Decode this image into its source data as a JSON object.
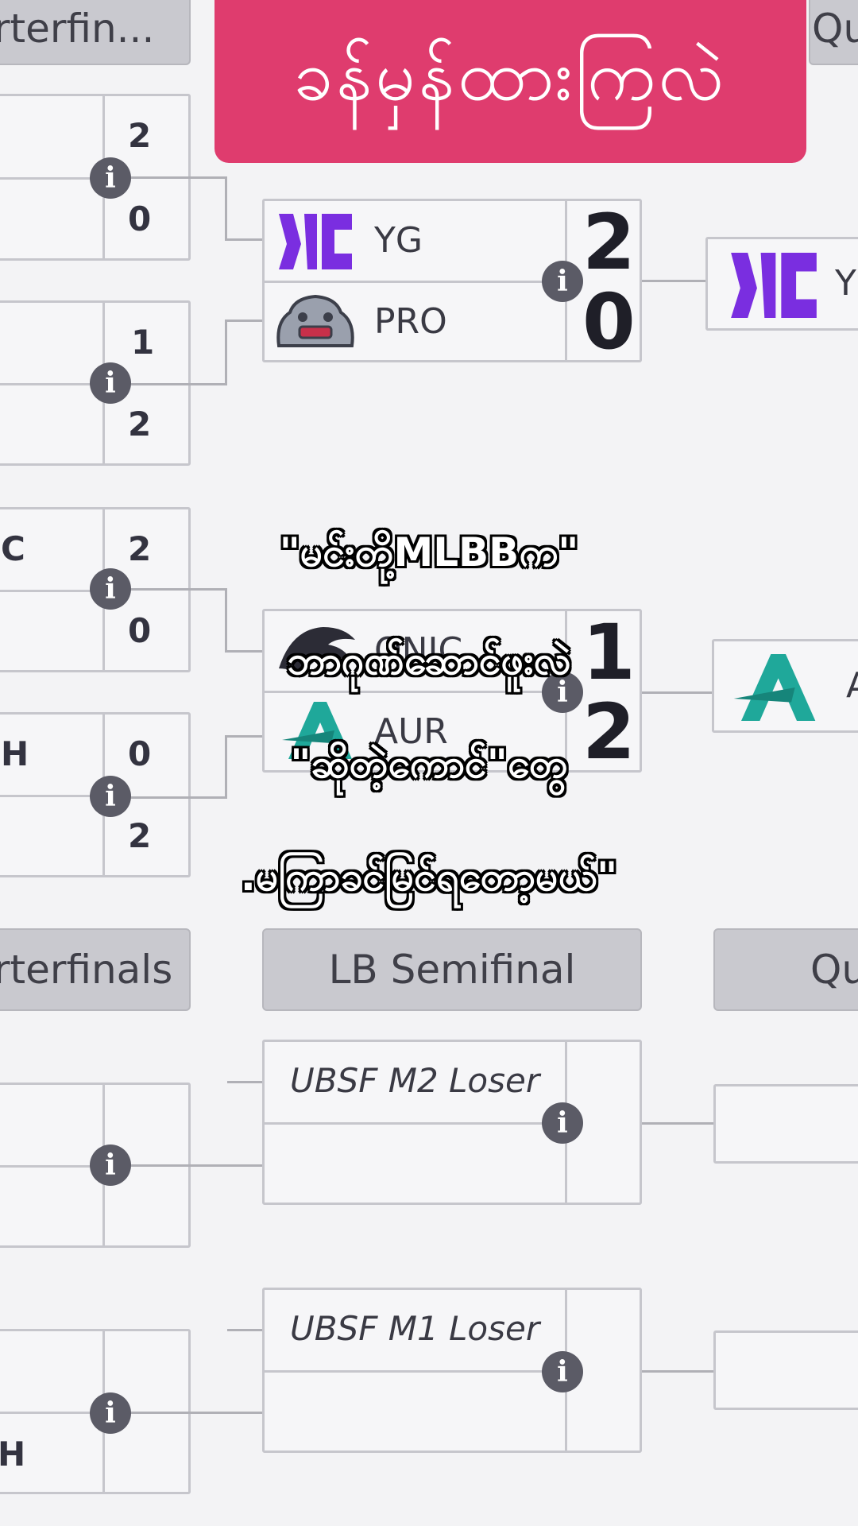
{
  "banner": {
    "title": "ခန်မှန်ထားကြလဲ",
    "color": "#df3c6e"
  },
  "headers": {
    "top_left": "rterfin...",
    "top_right": "Qu",
    "bottom_left": "rterfinals",
    "bottom_center": "LB Semifinal",
    "bottom_right": "Qu"
  },
  "left_column": [
    {
      "team_a": "",
      "team_b": "",
      "score_a": "2",
      "score_b": "0"
    },
    {
      "team_a": "",
      "team_b": "",
      "score_a": "1",
      "score_b": "2"
    },
    {
      "team_a": "C",
      "team_b": "",
      "score_a": "2",
      "score_b": "0"
    },
    {
      "team_a": "H",
      "team_b": "",
      "score_a": "0",
      "score_b": "2"
    }
  ],
  "left_lower": {
    "bottom_team": "H"
  },
  "semifinal_1": {
    "team_a": "YG",
    "team_b": "PRO",
    "score_a": "2",
    "score_b": "0",
    "logo_a": "yg-logo-icon",
    "logo_b": "pro-logo-icon"
  },
  "semifinal_2": {
    "team_a": "ONIC",
    "team_b": "AUR",
    "score_a": "1",
    "score_b": "2",
    "logo_a": "onic-logo-icon",
    "logo_b": "aur-logo-icon"
  },
  "right_column": [
    {
      "team": "Y",
      "logo": "yg-logo-icon"
    },
    {
      "team": "A",
      "logo": "aur-logo-icon"
    }
  ],
  "lower_bracket": [
    {
      "placeholder": "UBSF M2 Loser"
    },
    {
      "placeholder": "UBSF M1 Loser"
    }
  ],
  "captions": [
    "\"မင်းတို့MLBBက\"",
    "ဘာဂုဏ်ဆောင်ဖူးလဲ",
    "\"ဆိုတဲ့ကောင်\"တွေ",
    ".မကြာခင်မြင်ရတော့မယ်\""
  ],
  "colors": {
    "yg_purple": "#7a2ee0",
    "aur_teal": "#1fa89a"
  }
}
